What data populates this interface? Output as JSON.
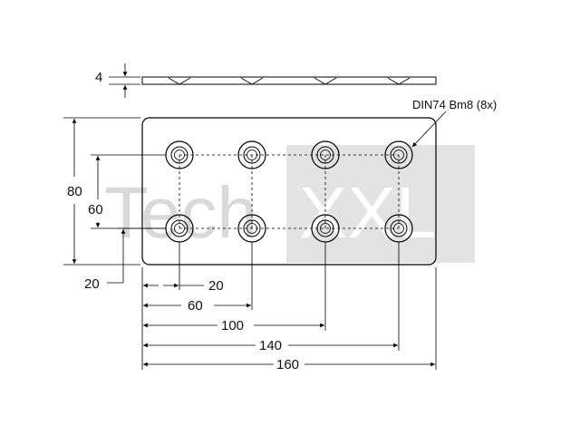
{
  "watermark": {
    "part1": "Tech",
    "part2": "XXL",
    "color": "#d9d9d9"
  },
  "side_view": {
    "thickness_label": "4"
  },
  "callout": {
    "label": "DIN74 Bm8 (8x)"
  },
  "dimensions": {
    "height_overall": "80",
    "hole_spacing_vertical": "60",
    "hole_offset_bottom": "20",
    "hole_offset_left": "20",
    "h1": "60",
    "h2": "100",
    "h3": "140",
    "width_overall": "160"
  },
  "line_color": "#000000"
}
